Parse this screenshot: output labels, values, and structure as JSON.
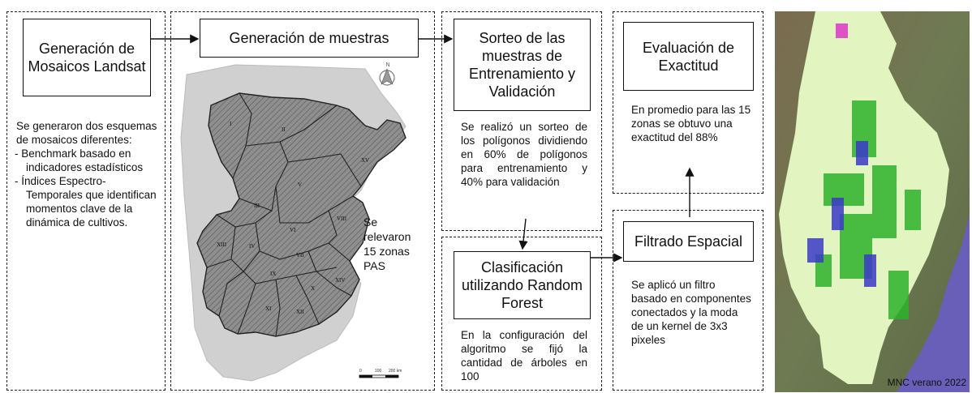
{
  "steps": {
    "mosaicos": {
      "title": "Generación de Mosaicos Landsat",
      "intro": "Se generaron dos esquemas de mosaicos diferentes:",
      "bullets": [
        "- Benchmark basado en indicadores estadísticos",
        "- Índices Espectro-Temporales que identifican momentos clave de la dinámica de cultivos."
      ]
    },
    "muestras": {
      "title": "Generación de muestras",
      "map_note": "Se relevaron 15 zonas PAS",
      "zone_labels": [
        "I",
        "II",
        "III",
        "IV",
        "V",
        "VI",
        "VII",
        "VIII",
        "IX",
        "X",
        "XI",
        "XII",
        "XIII",
        "XIV",
        "XV"
      ],
      "north": "N",
      "scale": [
        "0",
        "100",
        "200 km"
      ]
    },
    "sorteo": {
      "title": "Sorteo de las muestras de Entrenamiento y Validación",
      "text": "Se realizó un sorteo de los polígonos dividiendo en 60% de polígonos para entrenamiento y 40% para validación"
    },
    "clasificacion": {
      "title": "Clasificación utilizando Random Forest",
      "text": "En la configuración del algoritmo se fijó la cantidad de árboles en 100"
    },
    "filtrado": {
      "title": "Filtrado Espacial",
      "text": "Se aplicó un filtro basado en componentes conectados y la moda de un kernel de 3x3 pixeles"
    },
    "evaluacion": {
      "title": "Evaluación de Exactitud",
      "text": "En promedio para las 15 zonas se obtuvo una exactitud del 88%"
    }
  },
  "result_map": {
    "caption": "MNC verano 2022",
    "colors": {
      "crop_area": "#e2f5c0",
      "soy": "#2db32a",
      "maize": "#3b39c9",
      "water": "#6a5fb8",
      "other": "#e050c8",
      "terrain": "#7a6a4e"
    }
  }
}
